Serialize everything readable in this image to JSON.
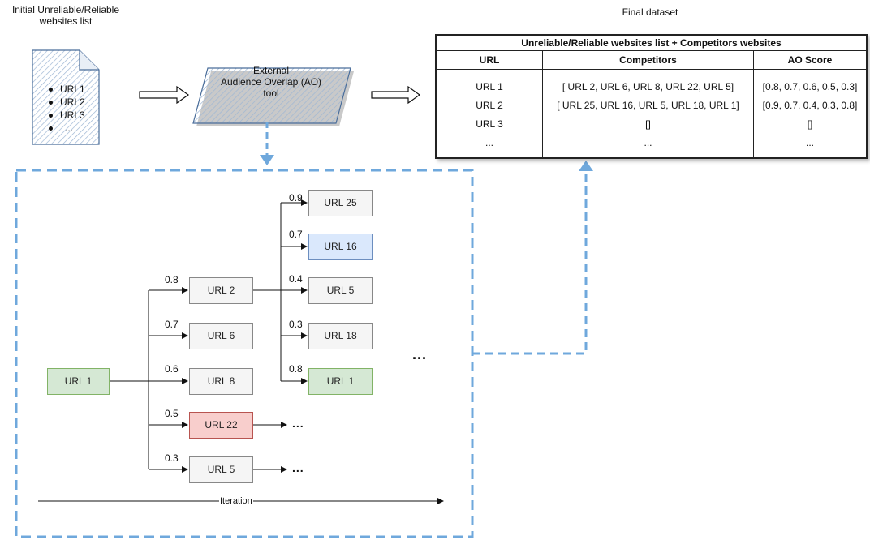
{
  "input_doc": {
    "title": "Initial Unreliable/Reliable\nwebsites list",
    "items": [
      "URL1",
      "URL2",
      "URL3",
      "..."
    ]
  },
  "tool": {
    "label": "External\nAudience Overlap (AO)\ntool"
  },
  "final_dataset": {
    "caption": "Final dataset",
    "table_title": "Unreliable/Reliable websites list + Competitors websites",
    "headers": [
      "URL",
      "Competitors",
      "AO Score"
    ],
    "rows": [
      {
        "url": "URL 1",
        "competitors": "[ URL 2, URL 6, URL 8, URL 22, URL 5]",
        "score": "[0.8, 0.7, 0.6, 0.5, 0.3]"
      },
      {
        "url": "URL 2",
        "competitors": "[ URL 25, URL 16, URL 5, URL 18, URL 1]",
        "score": "[0.9, 0.7, 0.4, 0.3, 0.8]"
      },
      {
        "url": "URL 3",
        "competitors": "[]",
        "score": "[]"
      },
      {
        "url": "...",
        "competitors": "...",
        "score": "..."
      }
    ]
  },
  "tree": {
    "root": "URL 1",
    "level1": [
      {
        "label": "URL 2",
        "score": "0.8",
        "color": "gray"
      },
      {
        "label": "URL 6",
        "score": "0.7",
        "color": "gray"
      },
      {
        "label": "URL 8",
        "score": "0.6",
        "color": "gray"
      },
      {
        "label": "URL 22",
        "score": "0.5",
        "color": "red"
      },
      {
        "label": "URL 5",
        "score": "0.3",
        "color": "gray"
      }
    ],
    "level2": [
      {
        "label": "URL 25",
        "score": "0.9",
        "color": "gray"
      },
      {
        "label": "URL 16",
        "score": "0.7",
        "color": "blue"
      },
      {
        "label": "URL 5",
        "score": "0.4",
        "color": "gray"
      },
      {
        "label": "URL 18",
        "score": "0.3",
        "color": "gray"
      },
      {
        "label": "URL 1",
        "score": "0.8",
        "color": "green"
      }
    ],
    "continuation": "...",
    "small_ellipsis": "...",
    "iteration_label": "Iteration"
  },
  "colors": {
    "dashed_blue": "#6fa8dc",
    "green_fill": "#d5e8d4",
    "blue_fill": "#dae8fc",
    "red_fill": "#f8cecc",
    "gray_fill": "#f5f5f5"
  }
}
